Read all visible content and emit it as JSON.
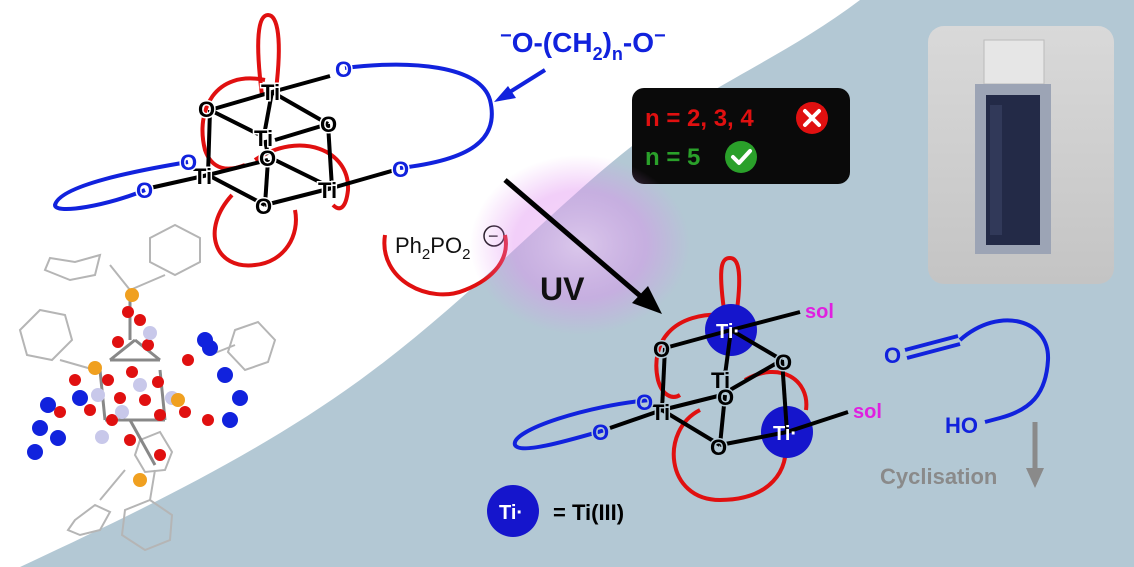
{
  "colors": {
    "background_shape": "#b3c8d4",
    "linker_blue": "#1122dd",
    "ligand_red": "#e01010",
    "solvent_magenta": "#e020e0",
    "ti3_fill": "#1515cc",
    "uv_glow": "#e08cf0",
    "cyclisation_gray": "#8a8a8a",
    "fail_red": "#e01010",
    "pass_green": "#2aa02a",
    "panel_black": "#0a0a0a"
  },
  "linker": {
    "text_main": "O-(CH",
    "subscript_2": "2",
    "close_paren": ")",
    "subscript_n": "n",
    "text_end": "-O",
    "charge": "−"
  },
  "ligand": {
    "text_main": "Ph",
    "sub_2": "2",
    "text_po": "PO",
    "sub_2b": "2",
    "charge_symbol": "−"
  },
  "cluster_top": {
    "atoms": [
      "Ti",
      "Ti",
      "Ti",
      "Ti",
      "O",
      "O",
      "O",
      "O",
      "O",
      "O",
      "O",
      "O"
    ]
  },
  "conditions": {
    "fail_text": "n = 2, 3, 4",
    "pass_text": "n = 5",
    "fail_icon": "cross-icon",
    "pass_icon": "check-icon"
  },
  "arrow_label": "UV",
  "cluster_bottom": {
    "ti3_label": "Ti",
    "radical_dot": "·",
    "sol_label": "sol",
    "o_label": "O",
    "ti_label": "Ti"
  },
  "legend": {
    "symbol_text": "Ti",
    "dot": "·",
    "equals_text": "= Ti(III)"
  },
  "substrate": {
    "o_label": "O",
    "ho_label": "HO",
    "cyclisation_label": "Cyclisation"
  },
  "photo": {
    "description_icon": "cuvette-photo"
  }
}
